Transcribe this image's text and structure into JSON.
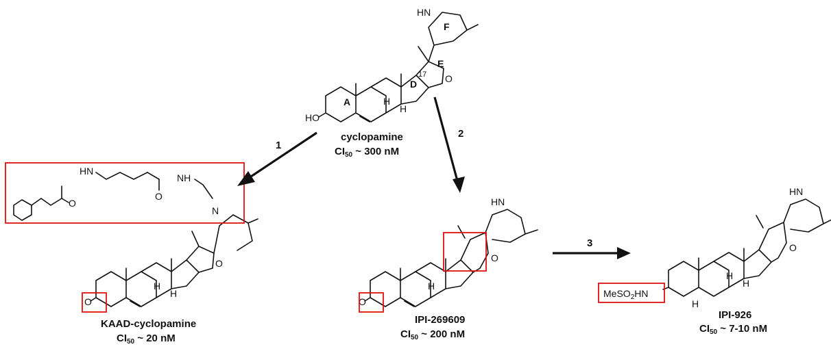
{
  "compounds": {
    "cyclopamine": {
      "name": "cyclopamine",
      "ic_label": "CI",
      "ic_sub": "50",
      "ic_value": " ~ 300 nM"
    },
    "kaad": {
      "name": "KAAD-cyclopamine",
      "ic_label": "CI",
      "ic_sub": "50",
      "ic_value": " ~ 20 nM"
    },
    "ipi269609": {
      "name": "IPI-269609",
      "ic_label": "CI",
      "ic_sub": "50",
      "ic_value": " ~ 200 nM"
    },
    "ipi926": {
      "name": "IPI-926",
      "ic_label": "CI",
      "ic_sub": "50",
      "ic_value": " ~ 7-10 nM"
    }
  },
  "steps": {
    "s1": "1",
    "s2": "2",
    "s3": "3"
  },
  "rings": {
    "a": "A",
    "d": "D",
    "e": "E",
    "f": "F",
    "c17": "17"
  },
  "atoms": {
    "hn": "HN",
    "nh": "NH",
    "n": "N",
    "o": "O",
    "ho": "HO",
    "h": "H"
  },
  "substituent": {
    "mes": "MeSO",
    "mes_sub": "2",
    "mes_tail": "HN"
  },
  "colors": {
    "highlight": "#e01010",
    "ink": "#111111"
  }
}
